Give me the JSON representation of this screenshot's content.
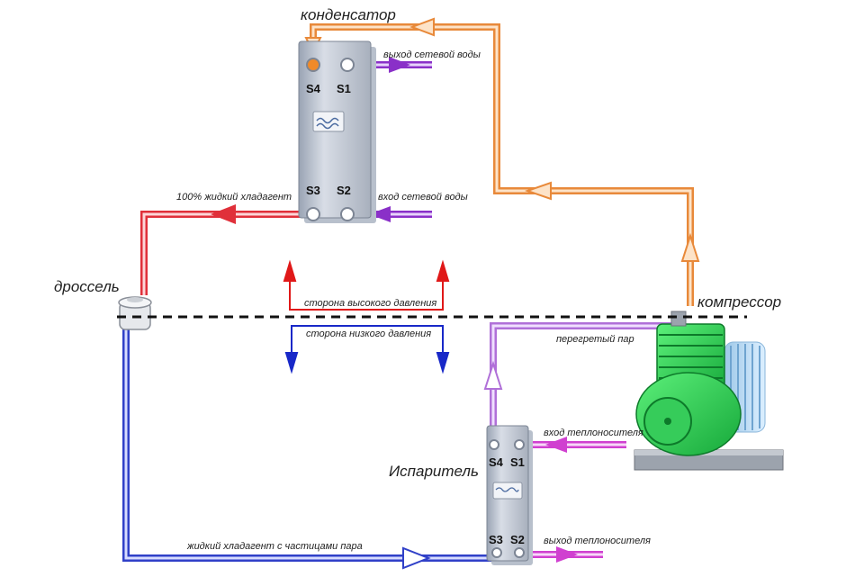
{
  "labels": {
    "condenser": "конденсатор",
    "compressor": "компрессор",
    "throttle": "дроссель",
    "evaporator": "Испаритель",
    "net_water_out": "выход сетевой воды",
    "net_water_in": "вход сетевой воды",
    "liquid_100": "100% жидкий хладагент",
    "high_side": "сторона высокого давления",
    "low_side": "сторона низкого давления",
    "superheated": "перегретый пар",
    "coolant_in": "вход теплоносителя",
    "coolant_out": "выход теплоносителя",
    "liquid_with_vapor": "жидкий хладагент с частицами пара"
  },
  "condenser_ports": {
    "s1": "S1",
    "s2": "S2",
    "s3": "S3",
    "s4": "S4"
  },
  "evaporator_ports": {
    "s1": "S1",
    "s2": "S2",
    "s3": "S3",
    "s4": "S4"
  },
  "colors": {
    "high_liquid": "#e0303a",
    "low_liquid": "#3040c8",
    "hot_gas": "#e8893a",
    "suction_vapor": "#b070d8",
    "water": "#8a30c8",
    "coolant": "#d040d0",
    "compressor": "#2fd65a",
    "high_arrow": "#e01818",
    "low_arrow": "#1828c8"
  },
  "icons": {
    "condenser": "plate-heat-exchanger",
    "evaporator": "plate-heat-exchanger",
    "compressor": "compressor",
    "throttle": "expansion-valve"
  }
}
